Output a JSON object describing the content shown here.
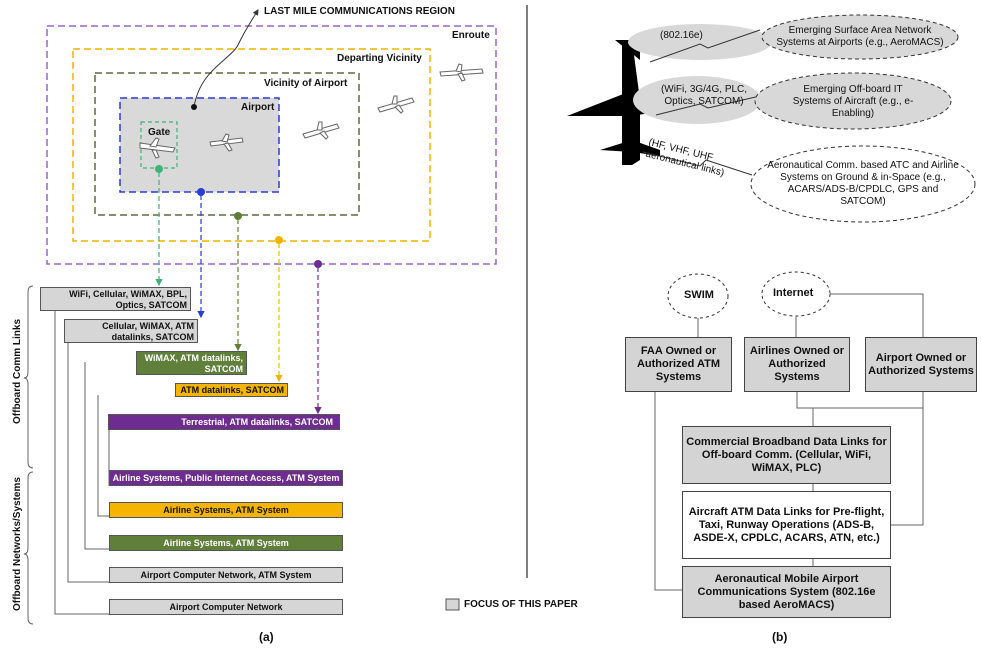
{
  "left": {
    "regions": {
      "last_mile": "LAST MILE COMMUNICATIONS REGION",
      "enroute": "Enroute",
      "departing": "Departing Vicinity",
      "vicinity": "Vicinity of Airport",
      "airport": "Airport",
      "gate": "Gate"
    },
    "links": [
      "WiFi, Cellular, WiMAX, BPL, Optics, SATCOM",
      "Cellular, WiMAX, ATM datalinks, SATCOM",
      "WiMAX, ATM datalinks, SATCOM",
      "ATM datalinks, SATCOM",
      "Terrestrial, ATM datalinks, SATCOM"
    ],
    "systems": [
      "Airline Systems, Public Internet Access, ATM System",
      "Airline Systems, ATM System",
      "Airline Systems, ATM System",
      "Airport Computer Network, ATM System",
      "Airport Computer Network"
    ],
    "side_labels": {
      "comm_links": "Offboard Comm Links",
      "networks": "Offboard Networks/Systems"
    },
    "legend": "FOCUS OF THIS PAPER",
    "caption": "(a)"
  },
  "right": {
    "clouds": [
      "Emerging Surface Area Network Systems at Airports (e.g., AeroMACS)",
      "Emerging Off-board IT Systems of Aircraft (e.g., e-Enabling)",
      "Aeronautical Comm. based ATC and Airline Systems on Ground & in-Space (e.g., ACARS/ADS-B/CPDLC, GPS and SATCOM)"
    ],
    "link_labels": [
      "(802.16e)",
      "(WiFi, 3G/4G, PLC, Optics, SATCOM)",
      "(HF, VHF, UHF aeronautical links)"
    ],
    "small_clouds": [
      "SWIM",
      "Internet"
    ],
    "owners": [
      "FAA Owned or Authorized ATM Systems",
      "Airlines Owned or Authorized Systems",
      "Airport Owned or Authorized Systems"
    ],
    "stack": [
      "Commercial Broadband Data Links for Off-board Comm. (Cellular, WiFi, WiMAX, PLC)",
      "Aircraft ATM Data Links for Pre-flight, Taxi, Runway Operations (ADS-B, ASDE-X, CPDLC, ACARS, ATN, etc.)",
      "Aeronautical Mobile Airport Communications System (802.16e based AeroMACS)"
    ],
    "caption": "(b)"
  },
  "colors": {
    "green": "#5f7f3a",
    "yellow": "#f4b400",
    "purple": "#6e2c91",
    "blue": "#2b3cd6",
    "gray": "#d6d6d6"
  }
}
